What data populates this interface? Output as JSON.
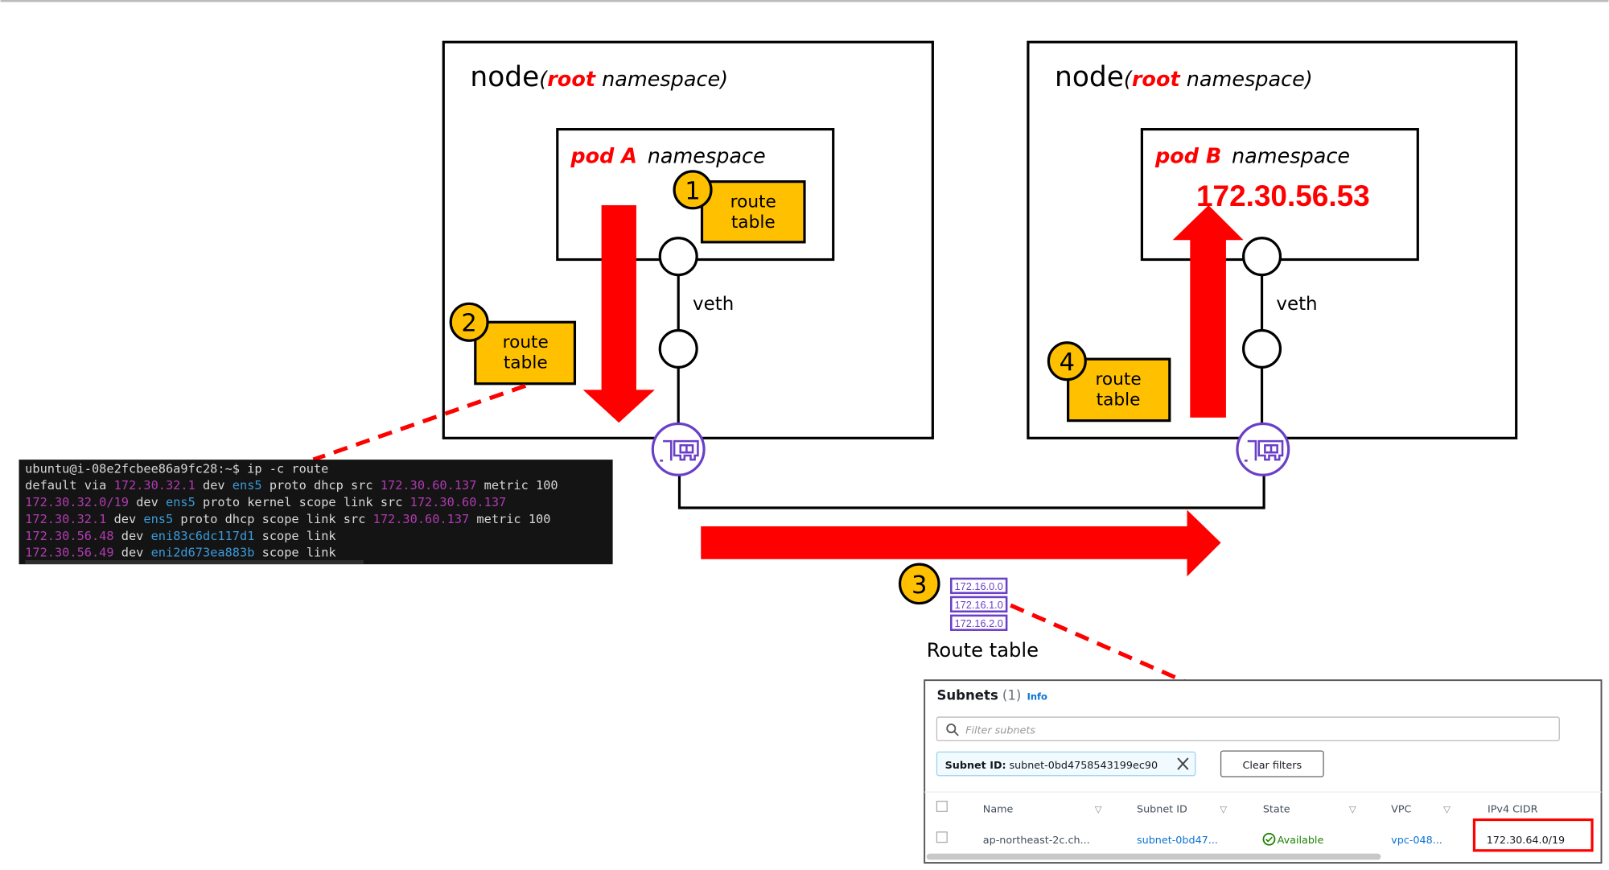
{
  "colors": {
    "accent_red": "#ff0000",
    "label_fill": "#ffc000",
    "icon_purple": "#6a3fc8",
    "terminal_bg": "#141414",
    "term_ip": "#b03bb0",
    "term_dev": "#3a9ad9",
    "term_text": "#d8d8d8",
    "aws_link": "#0972d3",
    "aws_green": "#1d8102"
  },
  "node_a": {
    "title": "node",
    "paren_open": "(",
    "root": "root",
    "ns": " namespace)",
    "pod": {
      "name": "pod A",
      "ns": "namespace"
    },
    "veth": "veth",
    "nic_icon": "network-interface-icon"
  },
  "node_b": {
    "title": "node",
    "paren_open": "(",
    "root": "root",
    "ns": " namespace)",
    "pod": {
      "name": "pod B",
      "ns": "namespace",
      "ip": "172.30.56.53"
    },
    "veth": "veth",
    "nic_icon": "network-interface-icon"
  },
  "steps": [
    {
      "num": "1",
      "label_l1": "route",
      "label_l2": "table"
    },
    {
      "num": "2",
      "label_l1": "route",
      "label_l2": "table"
    },
    {
      "num": "3",
      "label": "Route table",
      "entries": [
        "172.16.0.0",
        "172.16.1.0",
        "172.16.2.0"
      ]
    },
    {
      "num": "4",
      "label_l1": "route",
      "label_l2": "table"
    }
  ],
  "terminal": {
    "prompt": "ubuntu@i-08e2fcbee86a9fc28:~$ ip -c route",
    "lines": [
      [
        {
          "t": "default via ",
          "c": "txt"
        },
        {
          "t": "172.30.32.1",
          "c": "ip"
        },
        {
          "t": " dev ",
          "c": "txt"
        },
        {
          "t": "ens5",
          "c": "dev"
        },
        {
          "t": " proto dhcp src ",
          "c": "txt"
        },
        {
          "t": "172.30.60.137",
          "c": "ip"
        },
        {
          "t": " metric 100",
          "c": "txt"
        }
      ],
      [
        {
          "t": "172.30.32.0/19",
          "c": "ip"
        },
        {
          "t": " dev ",
          "c": "txt"
        },
        {
          "t": "ens5",
          "c": "dev"
        },
        {
          "t": " proto kernel scope link src ",
          "c": "txt"
        },
        {
          "t": "172.30.60.137",
          "c": "ip"
        }
      ],
      [
        {
          "t": "172.30.32.1",
          "c": "ip"
        },
        {
          "t": " dev ",
          "c": "txt"
        },
        {
          "t": "ens5",
          "c": "dev"
        },
        {
          "t": " proto dhcp scope link src ",
          "c": "txt"
        },
        {
          "t": "172.30.60.137",
          "c": "ip"
        },
        {
          "t": " metric 100",
          "c": "txt"
        }
      ],
      [
        {
          "t": "172.30.56.48",
          "c": "ip"
        },
        {
          "t": " dev ",
          "c": "txt"
        },
        {
          "t": "eni83c6dc117d1",
          "c": "dev"
        },
        {
          "t": " scope link",
          "c": "txt"
        }
      ],
      [
        {
          "t": "172.30.56.49",
          "c": "ip"
        },
        {
          "t": " dev ",
          "c": "txt"
        },
        {
          "t": "eni2d673ea883b",
          "c": "dev"
        },
        {
          "t": " scope link",
          "c": "txt"
        }
      ]
    ]
  },
  "subnets": {
    "title": "Subnets",
    "count": "(1)",
    "info": "Info",
    "filter_placeholder": "Filter subnets",
    "filter_token_key": "Subnet ID:",
    "filter_token_value": "subnet-0bd4758543199ec90",
    "clear_filters": "Clear filters",
    "columns": [
      "Name",
      "Subnet ID",
      "State",
      "VPC",
      "IPv4 CIDR"
    ],
    "row": {
      "name": "ap-northeast-2c.ch...",
      "subnet_id": "subnet-0bd47...",
      "state": "Available",
      "vpc": "vpc-048...",
      "cidr": "172.30.64.0/19"
    }
  }
}
